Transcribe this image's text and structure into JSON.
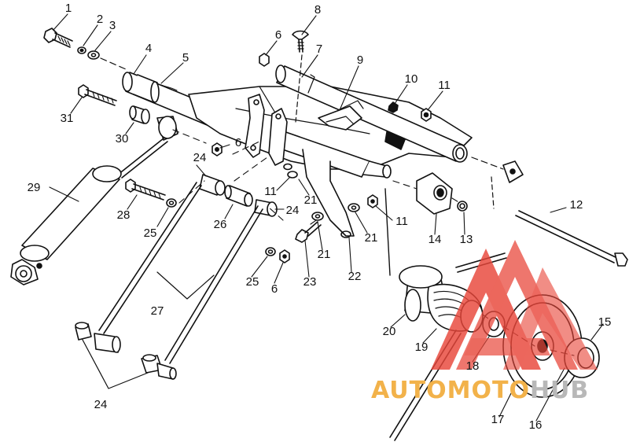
{
  "diagram": {
    "callouts": [
      {
        "id": "c1",
        "text": "1"
      },
      {
        "id": "c2",
        "text": "2"
      },
      {
        "id": "c3",
        "text": "3"
      },
      {
        "id": "c4",
        "text": "4"
      },
      {
        "id": "c5",
        "text": "5"
      },
      {
        "id": "c6a",
        "text": "6"
      },
      {
        "id": "c7",
        "text": "7"
      },
      {
        "id": "c8",
        "text": "8"
      },
      {
        "id": "c9",
        "text": "9"
      },
      {
        "id": "c10",
        "text": "10"
      },
      {
        "id": "c11a",
        "text": "11"
      },
      {
        "id": "c31",
        "text": "31"
      },
      {
        "id": "c30",
        "text": "30"
      },
      {
        "id": "c6b",
        "text": "6"
      },
      {
        "id": "c24a",
        "text": "24"
      },
      {
        "id": "c29",
        "text": "29"
      },
      {
        "id": "c28",
        "text": "28"
      },
      {
        "id": "c25a",
        "text": "25"
      },
      {
        "id": "c26",
        "text": "26"
      },
      {
        "id": "c11b",
        "text": "11"
      },
      {
        "id": "c21a",
        "text": "21"
      },
      {
        "id": "c24b",
        "text": "24"
      },
      {
        "id": "c11c",
        "text": "11"
      },
      {
        "id": "c21b",
        "text": "21"
      },
      {
        "id": "c21c",
        "text": "21"
      },
      {
        "id": "c14",
        "text": "14"
      },
      {
        "id": "c13",
        "text": "13"
      },
      {
        "id": "c12",
        "text": "12"
      },
      {
        "id": "c25b",
        "text": "25"
      },
      {
        "id": "c6c",
        "text": "6"
      },
      {
        "id": "c23",
        "text": "23"
      },
      {
        "id": "c22",
        "text": "22"
      },
      {
        "id": "c27",
        "text": "27"
      },
      {
        "id": "c20",
        "text": "20"
      },
      {
        "id": "c19",
        "text": "19"
      },
      {
        "id": "c18",
        "text": "18"
      },
      {
        "id": "c15",
        "text": "15"
      },
      {
        "id": "c17",
        "text": "17"
      },
      {
        "id": "c16",
        "text": "16"
      },
      {
        "id": "c24c",
        "text": "24"
      }
    ]
  },
  "watermark": {
    "text_part1": "AUTOMOTO",
    "text_part2": "HUB",
    "color_primary": "#e8463a",
    "color_text1": "#f2b24a",
    "color_text2": "#b8b8b8"
  },
  "colors": {
    "line": "#111111",
    "background": "#ffffff"
  }
}
